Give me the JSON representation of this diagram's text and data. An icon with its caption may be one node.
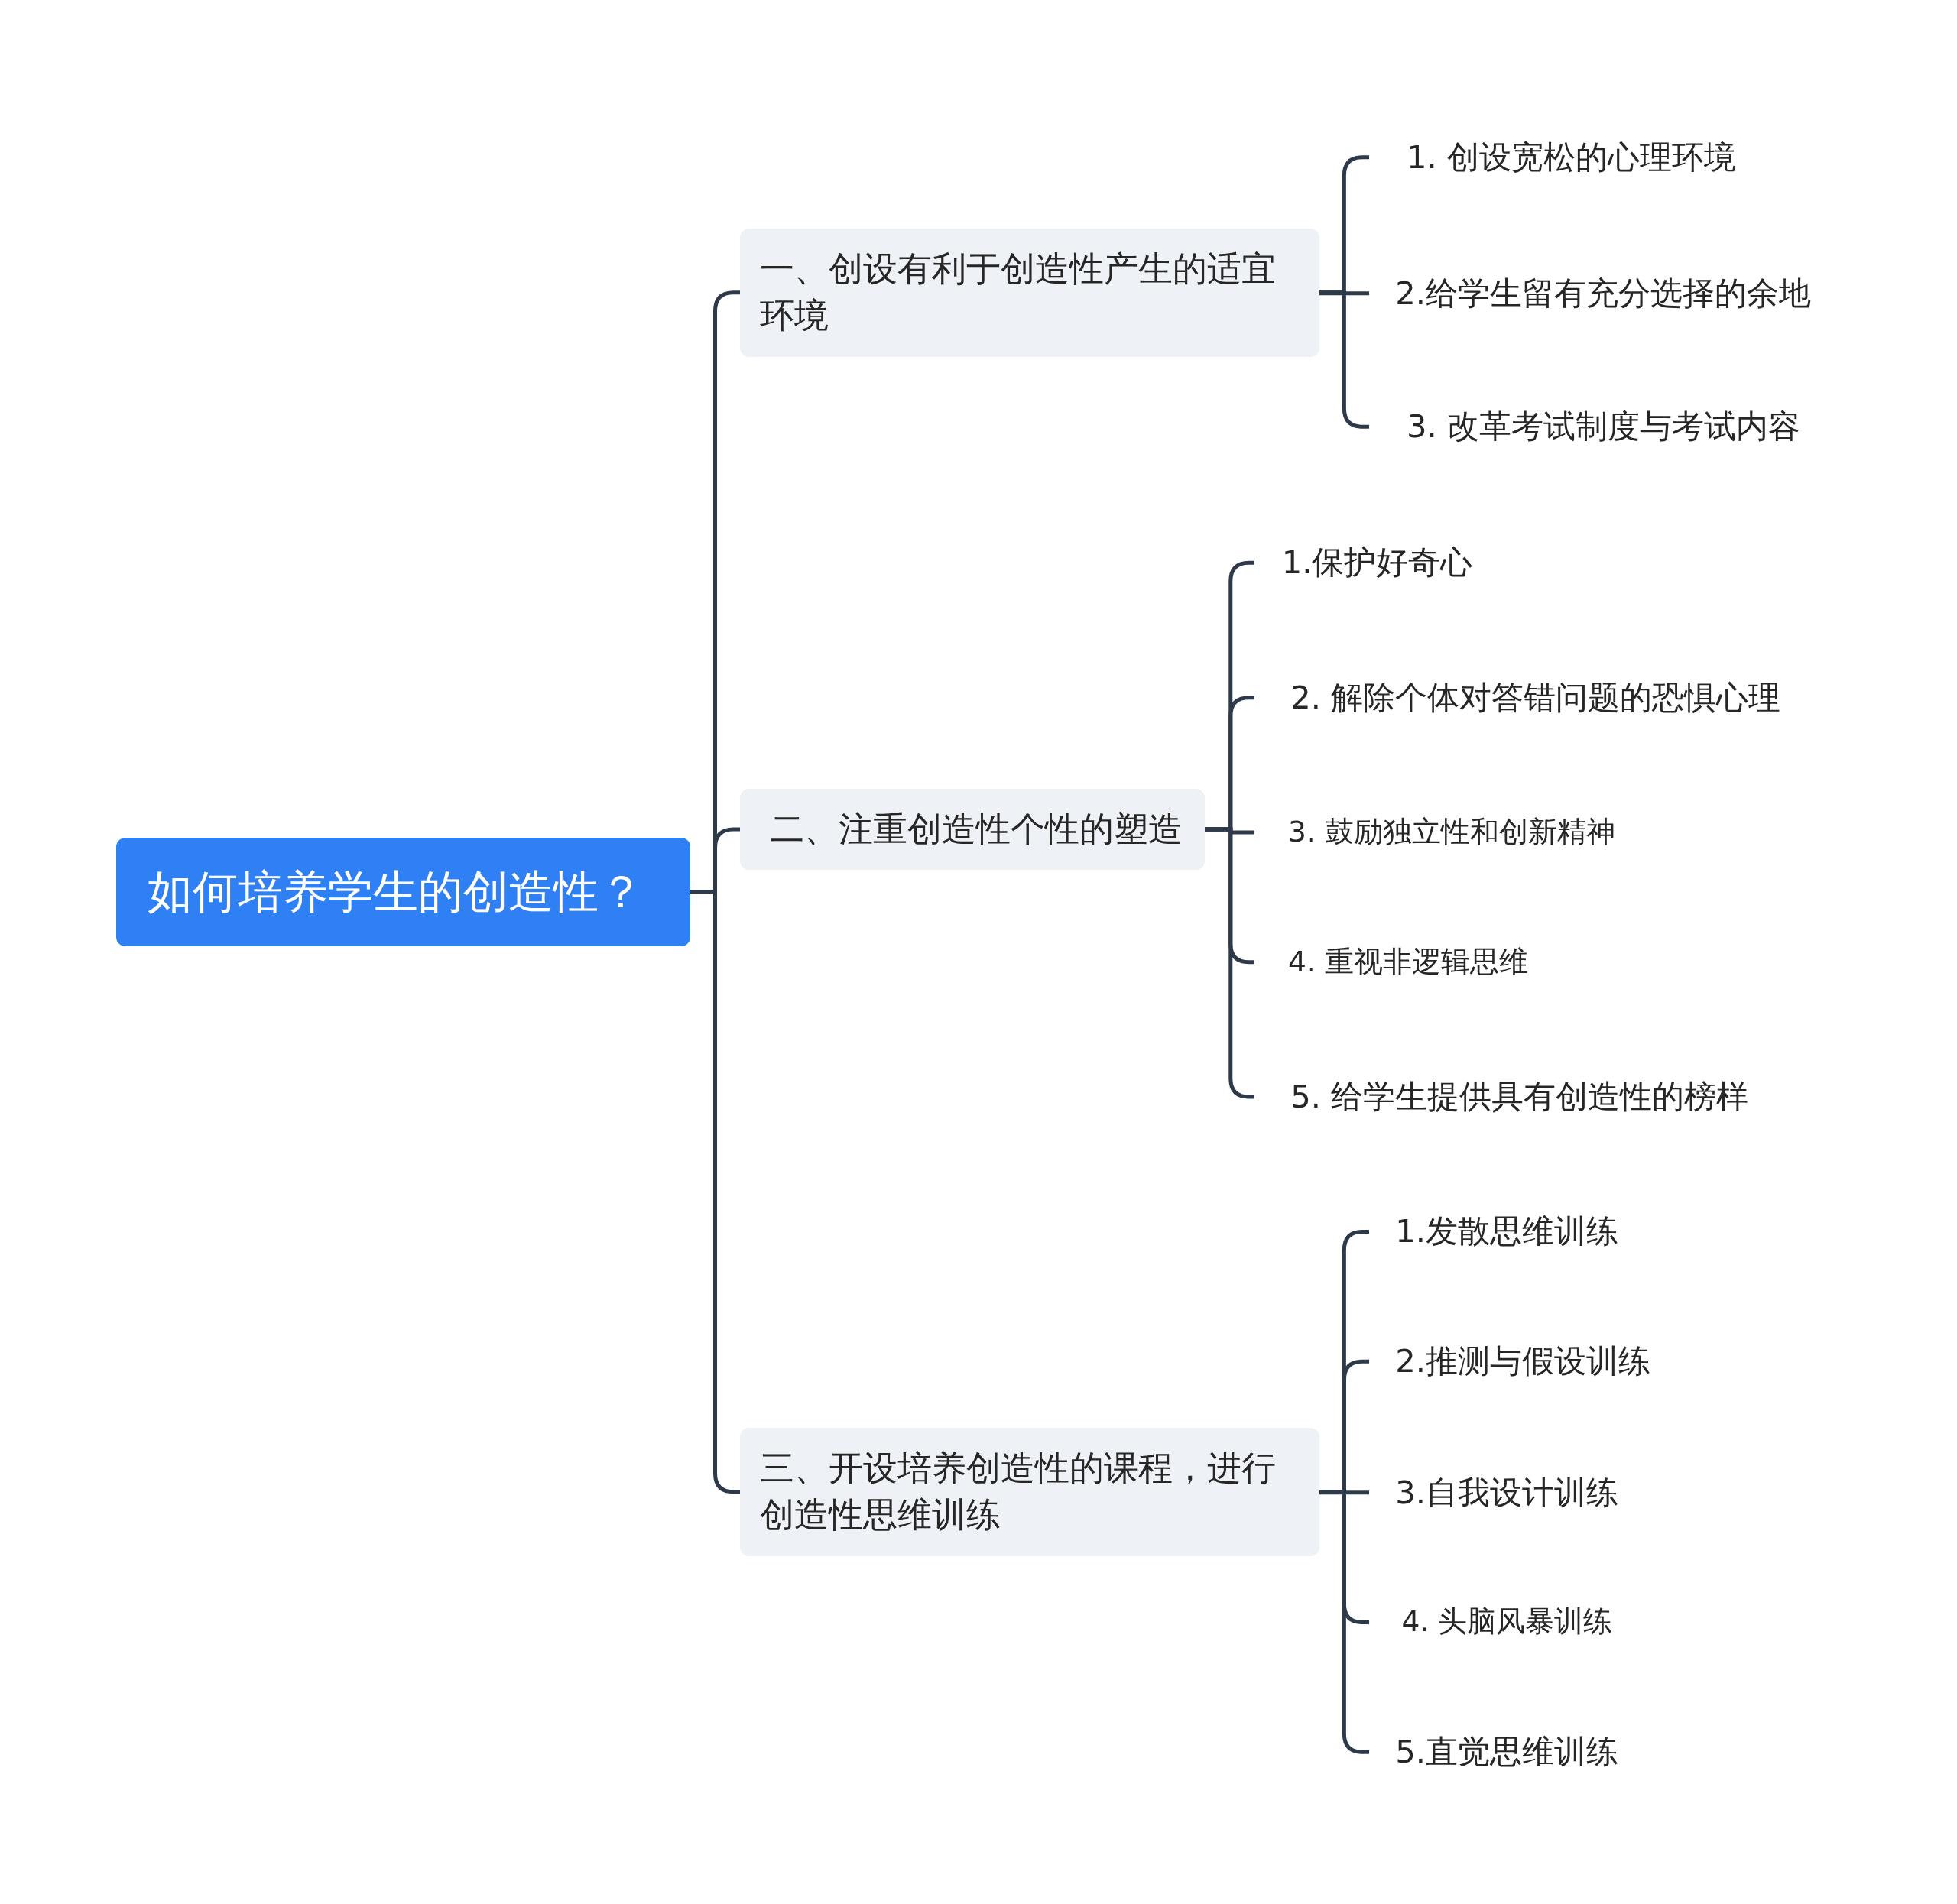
{
  "diagram": {
    "nodes": [
      {
        "text": [
          "如何培养学生的创造性？"
        ]
      },
      {
        "text": [
          "一、创设有利于创造性产生的适宜环境"
        ]
      },
      {
        "text": [
          "1. 创设宽松的心理环境"
        ]
      },
      {
        "text": [
          "2.给学生留有充分选择的余地"
        ]
      },
      {
        "text": [
          "3. 改革考试制度与考试内容"
        ]
      },
      {
        "text": [
          "二、注重创造性个性的塑造"
        ]
      },
      {
        "text": [
          "1.保护好奇心"
        ]
      },
      {
        "text": [
          "2. 解除个体对答错问题的恐惧心理"
        ]
      },
      {
        "text": [
          "3. 鼓励独立性和创新精神"
        ]
      },
      {
        "text": [
          "4. 重视非逻辑思维"
        ]
      },
      {
        "text": [
          "5. 给学生提供具有创造性的榜样"
        ]
      },
      {
        "text": [
          "三、开设培养创造性的课程，进行创造性思维训练"
        ]
      },
      {
        "text": [
          "1.发散思维训练"
        ]
      },
      {
        "text": [
          "2.推测与假设训练"
        ]
      },
      {
        "text": [
          "3.自我设计训练"
        ]
      },
      {
        "text": [
          "4. 头脑风暴训练"
        ]
      },
      {
        "text": [
          "5.直觉思维训练"
        ]
      }
    ],
    "edges": [
      {
        "from": 0,
        "to": 1,
        "arrow": "none"
      },
      {
        "from": 0,
        "to": 5,
        "arrow": "none"
      },
      {
        "from": 0,
        "to": 11,
        "arrow": "none"
      },
      {
        "from": 1,
        "to": 2,
        "arrow": "none"
      },
      {
        "from": 1,
        "to": 3,
        "arrow": "none"
      },
      {
        "from": 1,
        "to": 4,
        "arrow": "none"
      },
      {
        "from": 5,
        "to": 6,
        "arrow": "none"
      },
      {
        "from": 5,
        "to": 7,
        "arrow": "none"
      },
      {
        "from": 5,
        "to": 8,
        "arrow": "none"
      },
      {
        "from": 5,
        "to": 9,
        "arrow": "none"
      },
      {
        "from": 5,
        "to": 10,
        "arrow": "none"
      },
      {
        "from": 11,
        "to": 12,
        "arrow": "none"
      },
      {
        "from": 11,
        "to": 13,
        "arrow": "none"
      },
      {
        "from": 11,
        "to": 14,
        "arrow": "none"
      },
      {
        "from": 11,
        "to": 15,
        "arrow": "none"
      },
      {
        "from": 11,
        "to": 16,
        "arrow": "none"
      }
    ]
  }
}
